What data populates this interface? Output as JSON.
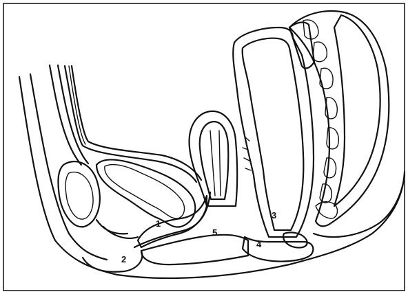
{
  "figure": {
    "labels": [
      {
        "key": "n1",
        "text": "1"
      },
      {
        "key": "n2",
        "text": "2"
      },
      {
        "key": "n3",
        "text": "3"
      },
      {
        "key": "n4",
        "text": "4"
      },
      {
        "key": "n5",
        "text": "5"
      }
    ],
    "colors": {
      "ink": "#111111",
      "paper": "#ffffff",
      "stipple": "#9a9a9a"
    }
  }
}
